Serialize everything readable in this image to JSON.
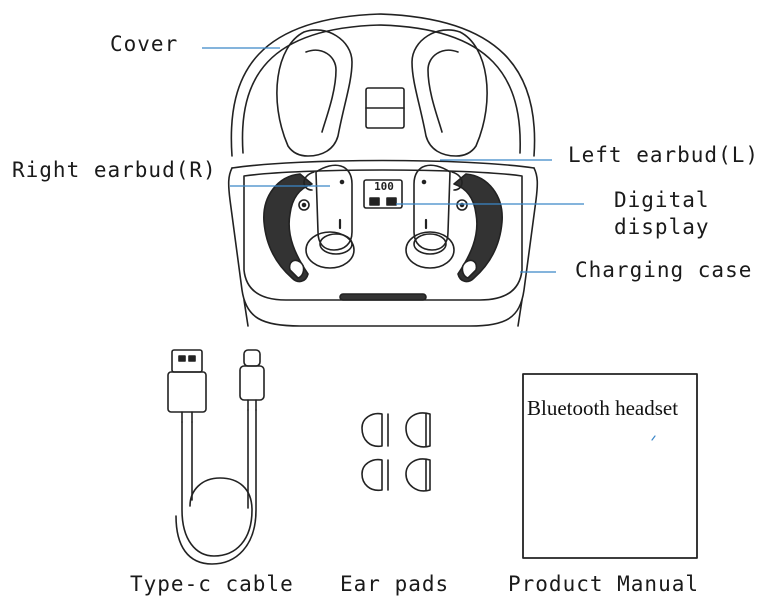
{
  "labels": {
    "cover": "Cover",
    "right_earbud": "Right earbud(R)",
    "left_earbud": "Left earbud(L)",
    "digital_display_line1": "Digital",
    "digital_display_line2": "display",
    "charging_case": "Charging case",
    "type_c_cable": "Type-c cable",
    "ear_pads": "Ear pads",
    "product_manual": "Product Manual"
  },
  "manual": {
    "title": "Bluetooth headset"
  },
  "display_readout": "100",
  "colors": {
    "leader_line": "#3a86c8",
    "outline": "#222222",
    "dark_fill": "#333333"
  }
}
